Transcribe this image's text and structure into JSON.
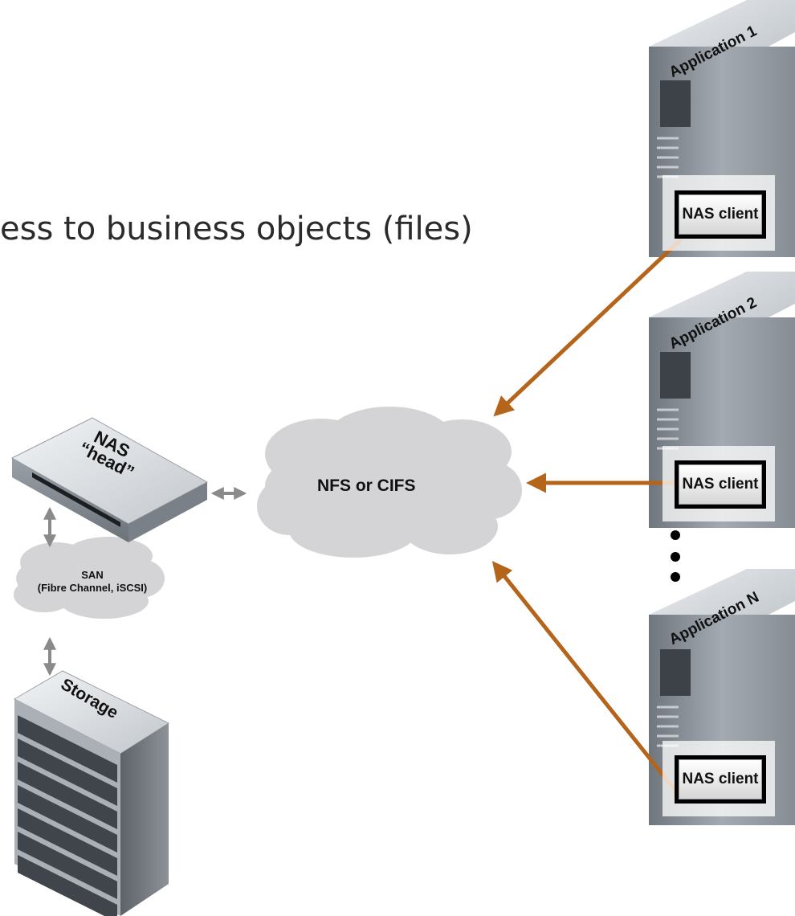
{
  "subtitle": "ess to business objects (files)",
  "applications": [
    {
      "label": "Application 1",
      "client": "NAS client"
    },
    {
      "label": "Application 2",
      "client": "NAS client"
    },
    {
      "label": "Application N",
      "client": "NAS client"
    }
  ],
  "cloud": {
    "label": "NFS or CIFS"
  },
  "nas_head": {
    "line1": "NAS",
    "line2": "“head”"
  },
  "san": {
    "line1": "SAN",
    "line2": "(Fibre Channel, iSCSI)"
  },
  "storage": {
    "label": "Storage"
  },
  "colors": {
    "arrow": "#b5641b",
    "cloud": "#d4d4d6",
    "server": "#8e959c",
    "connector": "#8a8a8a"
  }
}
